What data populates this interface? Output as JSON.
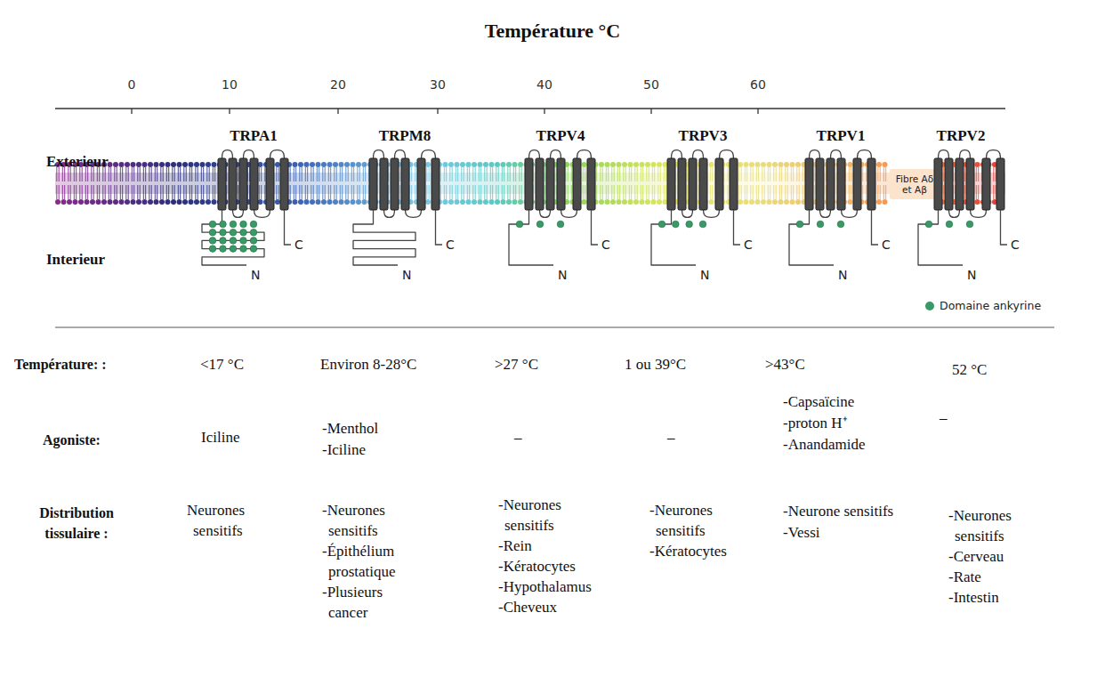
{
  "diagram": {
    "title": "Température °C",
    "labels": [
      "Exterieur",
      "Interieur",
      "0",
      "10",
      "20",
      "30",
      "40",
      "50",
      "60",
      "TRPA1",
      "TRPM8",
      "TRPV4",
      "TRPV3",
      "TRPV1",
      "TRPV2",
      "Fibre Aδ et Aβ",
      "C",
      "N",
      "C",
      "N",
      "C",
      "N",
      "C",
      "N",
      "C",
      "N",
      "C",
      "N",
      "Température: :",
      "<17 °C",
      "Environ 8-28°C",
      ">27 °C",
      "1 ou 39°C",
      ">43°C",
      "52 °C",
      "Agoniste:",
      "Iciline",
      "-Menthol",
      "-Iciline",
      "–",
      "–",
      "-Capsaïcine",
      "-proton H⁺",
      "-Anandamide",
      "–",
      "Distribution tissulaire :",
      "Neurones sensitifs",
      "-Neurones sensitifs",
      "-Épithélium prostatique",
      "-Plusieurs cancer",
      "-Neurones sensitifs",
      "-Rein",
      "-Kératocytes",
      "-Hypothalamus",
      "-Cheveux",
      "-Neurones sensitifs",
      "-Kératocytes",
      "-Neurone sensitifs",
      "-Vessi",
      "-Neurones sensitifs",
      "-Cerveau",
      "-Rate",
      "-Intestin"
    ],
    "legend": [
      {
        "text": "Domaine ankyrine",
        "color": "#3a9a66"
      }
    ]
  }
}
